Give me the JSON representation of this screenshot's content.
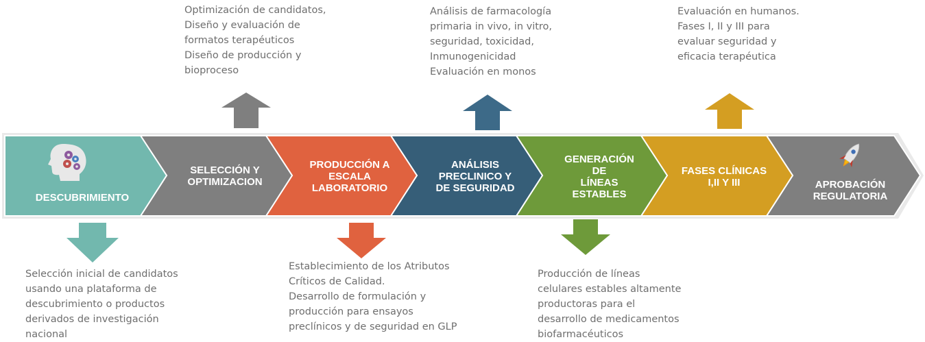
{
  "stages": [
    {
      "label": "DESCUBRIMIENTO",
      "color": "#72b8ae",
      "icon": "head-gears-icon"
    },
    {
      "label": "SELECCIÓN Y\nOPTIMIZACION",
      "color": "#7f7f7f"
    },
    {
      "label": "PRODUCCIÓN A\nESCALA\nLABORATORIO",
      "color": "#e0623f"
    },
    {
      "label": "ANÁLISIS\nPRECLINICO Y\nDE SEGURIDAD",
      "color": "#365e78"
    },
    {
      "label": "GENERACIÓN\nDE\nLÍNEAS\nESTABLES",
      "color": "#6e9a3a"
    },
    {
      "label": "FASES CLÍNICAS\nI,II Y III",
      "color": "#d49e22"
    },
    {
      "label": "APROBACIÓN\nREGULATORIA",
      "color": "#7f7f7f",
      "icon": "rocket-icon"
    }
  ],
  "descriptions": {
    "descubrimiento": "Selección inicial de candidatos\nusando una plataforma de\ndescubrimiento o productos\nderivados de investigación\nnacional",
    "seleccion": "Optimización de candidatos,\nDiseño y evaluación de\nformatos terapéuticos\nDiseño de producción y\nbioproceso",
    "produccion": "Establecimiento de los Atributos\nCríticos de Calidad.\nDesarrollo de formulación y\nproducción para ensayos\npreclínicos y de seguridad en GLP",
    "preclinico": "Análisis de farmacología\nprimaria in vivo, in vitro,\nseguridad, toxicidad,\nInmunogenicidad\nEvaluación en monos",
    "lineas": "Producción de líneas\ncelulares estables altamente\nproductoras para el\ndesarrollo de medicamentos\nbiofarmacéuticos",
    "fases": "Evaluación en humanos.\nFases I, II y III para\nevaluar seguridad y\neficacia terapéutica"
  }
}
